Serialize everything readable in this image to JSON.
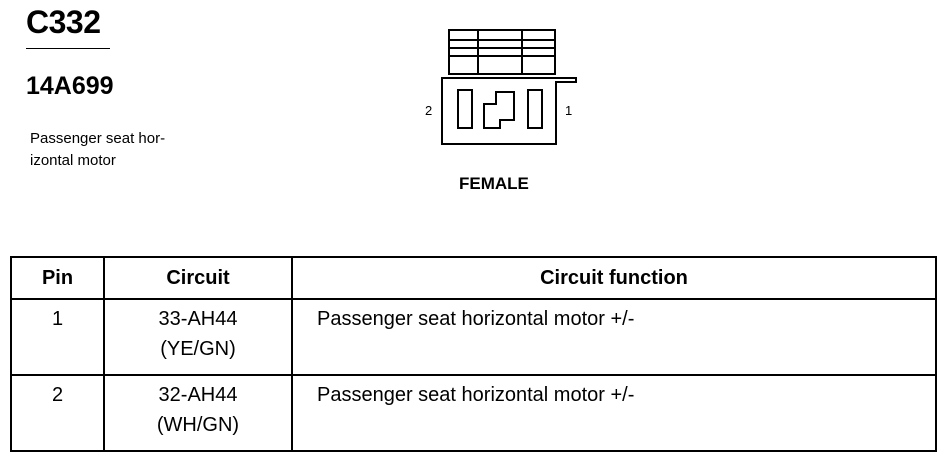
{
  "connector_id": "C332",
  "part_number": "14A699",
  "description_lines": [
    "Passenger seat hor-",
    "izontal motor"
  ],
  "connector_diagram": {
    "pin_labels": {
      "left": "2",
      "right": "1"
    },
    "gender": "FEMALE"
  },
  "pin_table": {
    "headers": {
      "pin": "Pin",
      "circuit": "Circuit",
      "function": "Circuit function"
    },
    "rows": [
      {
        "pin": "1",
        "circuit_number": "33-AH44",
        "circuit_color": "(YE/GN)",
        "function": "Passenger seat horizontal motor +/-"
      },
      {
        "pin": "2",
        "circuit_number": "32-AH44",
        "circuit_color": "(WH/GN)",
        "function": "Passenger seat horizontal motor +/-"
      }
    ]
  }
}
